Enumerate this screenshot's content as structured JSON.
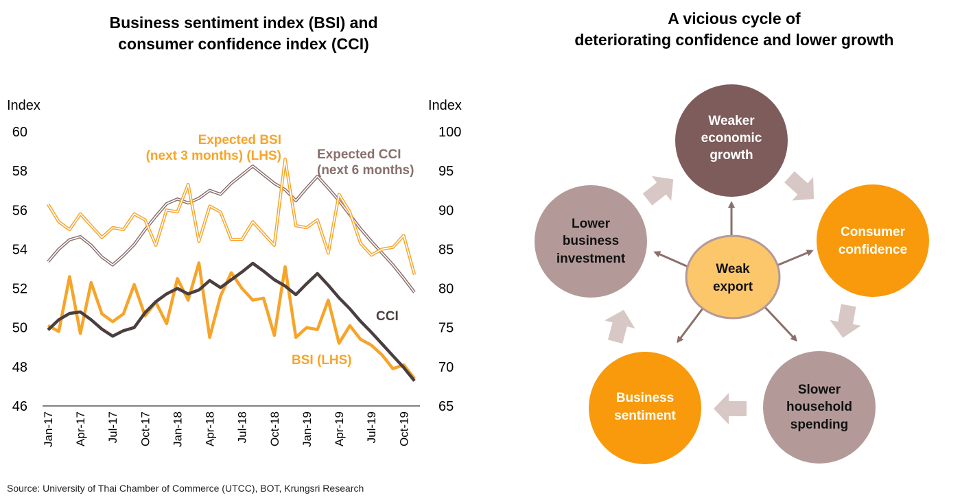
{
  "chart_title_line1": "Business sentiment index (BSI) and",
  "chart_title_line2": "consumer confidence index (CCI)",
  "diagram_title_line1": "A vicious cycle of",
  "diagram_title_line2": "deteriorating confidence and lower growth",
  "source": "Source: University of Thai Chamber of Commerce (UTCC), BOT, Krungsri Research",
  "colors": {
    "bsi": "#f7a42a",
    "expected_bsi": "#f7a42a",
    "cci": "#4a3e3e",
    "expected_cci": "#8a6f6c",
    "node_brown": "#7e5c5b",
    "node_orange": "#f89a0b",
    "node_mauve": "#b39a98",
    "node_center": "#fcc66b",
    "arrow_grey": "#d8c8c5"
  },
  "chart_data": {
    "type": "line",
    "x": [
      "Jan-17",
      "Feb-17",
      "Mar-17",
      "Apr-17",
      "May-17",
      "Jun-17",
      "Jul-17",
      "Aug-17",
      "Sep-17",
      "Oct-17",
      "Nov-17",
      "Dec-17",
      "Jan-18",
      "Feb-18",
      "Mar-18",
      "Apr-18",
      "May-18",
      "Jun-18",
      "Jul-18",
      "Aug-18",
      "Sep-18",
      "Oct-18",
      "Nov-18",
      "Dec-18",
      "Jan-19",
      "Feb-19",
      "Mar-19",
      "Apr-19",
      "May-19",
      "Jun-19",
      "Jul-19",
      "Aug-19",
      "Sep-19",
      "Oct-19",
      "Nov-19"
    ],
    "xtick_labels": [
      "Jan-17",
      "Apr-17",
      "Jul-17",
      "Oct-17",
      "Jan-18",
      "Apr-18",
      "Jul-18",
      "Oct-18",
      "Jan-19",
      "Apr-19",
      "Jul-19",
      "Oct-19"
    ],
    "left_axis": {
      "label": "Index",
      "ylim": [
        46,
        60
      ],
      "ticks": [
        46,
        48,
        50,
        52,
        54,
        56,
        58,
        60
      ]
    },
    "right_axis": {
      "label": "Index",
      "ylim": [
        65,
        100
      ],
      "ticks": [
        65,
        70,
        75,
        80,
        85,
        90,
        95,
        100
      ]
    },
    "series": [
      {
        "name": "BSI (LHS)",
        "axis": "left",
        "values": [
          50.1,
          49.8,
          52.6,
          49.7,
          52.3,
          50.7,
          50.3,
          50.7,
          52.2,
          50.6,
          51.3,
          50.2,
          52.5,
          51.4,
          53.3,
          49.5,
          51.6,
          52.8,
          52.0,
          51.4,
          51.5,
          49.6,
          53.1,
          49.5,
          50.0,
          49.9,
          51.4,
          49.2,
          50.1,
          49.4,
          49.1,
          48.6,
          47.9,
          48.1,
          47.4
        ]
      },
      {
        "name": "Expected BSI (next 3 months) (LHS)",
        "axis": "left",
        "values": [
          56.3,
          55.4,
          55.0,
          55.8,
          55.2,
          54.6,
          55.1,
          55.0,
          55.8,
          55.5,
          54.2,
          56.0,
          55.9,
          57.3,
          54.4,
          56.2,
          55.9,
          54.5,
          54.5,
          55.4,
          54.8,
          54.2,
          58.6,
          55.2,
          55.1,
          55.5,
          53.8,
          56.8,
          55.9,
          54.3,
          53.7,
          54.0,
          54.1,
          54.7,
          52.7
        ]
      },
      {
        "name": "CCI",
        "axis": "right",
        "values": [
          74.7,
          76.0,
          76.8,
          77.0,
          76.0,
          74.8,
          73.9,
          74.6,
          75.0,
          76.9,
          78.3,
          79.3,
          80.0,
          79.3,
          79.8,
          81.0,
          80.1,
          81.1,
          82.1,
          83.2,
          82.2,
          81.1,
          80.3,
          79.2,
          80.6,
          81.9,
          80.4,
          78.8,
          77.4,
          75.8,
          74.4,
          72.9,
          71.4,
          69.9,
          68.2
        ]
      },
      {
        "name": "Expected CCI (next 6 months)",
        "axis": "right",
        "values": [
          83.4,
          85.0,
          86.2,
          86.6,
          85.5,
          84.0,
          83.0,
          84.2,
          85.6,
          87.5,
          89.2,
          90.8,
          91.4,
          90.9,
          91.5,
          92.5,
          92.0,
          93.4,
          94.5,
          95.6,
          94.5,
          93.4,
          92.6,
          91.2,
          92.8,
          94.3,
          92.8,
          91.2,
          89.4,
          87.6,
          86.0,
          84.5,
          83.0,
          81.3,
          79.5
        ]
      }
    ],
    "annotations": {
      "expected_bsi_line1": "Expected BSI",
      "expected_bsi_line2": "(next 3 months) (LHS)",
      "expected_cci_line1": "Expected CCI",
      "expected_cci_line2": "(next 6 months)",
      "cci": "CCI",
      "bsi": "BSI (LHS)"
    }
  },
  "diagram": {
    "center": [
      "Weak",
      "export"
    ],
    "nodes": {
      "top": [
        "Weaker",
        "economic",
        "growth"
      ],
      "right": [
        "Consumer",
        "confidence"
      ],
      "bottom_right": [
        "Slower",
        "household",
        "spending"
      ],
      "bottom_left": [
        "Business",
        "sentiment"
      ],
      "left": [
        "Lower",
        "business",
        "investment"
      ]
    }
  }
}
